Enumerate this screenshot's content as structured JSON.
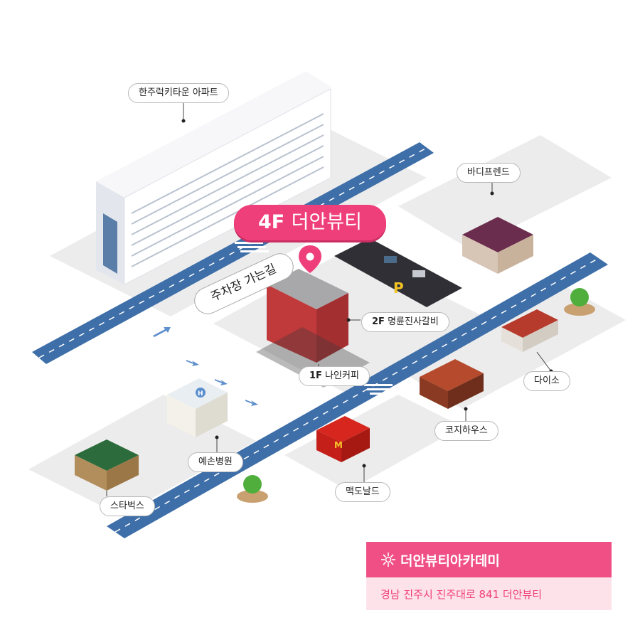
{
  "hero": {
    "floor": "4F",
    "name": "더안뷰티"
  },
  "route_label": "주차장 가는길",
  "labels": {
    "apartment": "한주럭키타운 아파트",
    "bodyfriend": "바디프렌드",
    "galbi_floor": "2F",
    "galbi": "명륜진사갈비",
    "cafe_floor": "1F",
    "cafe": "나인커피",
    "daiso": "다이소",
    "cozy": "코지하우스",
    "hospital": "예손병원",
    "mcd": "맥도날드",
    "starbucks": "스타벅스"
  },
  "info": {
    "title": "더안뷰티아카데미",
    "address": "경남 진주시 진주대로 841 더안뷰티"
  },
  "colors": {
    "accent": "#ef3f7b",
    "road": "#3f6fa8",
    "ground": "#ececec",
    "brick": "#c0393b"
  }
}
